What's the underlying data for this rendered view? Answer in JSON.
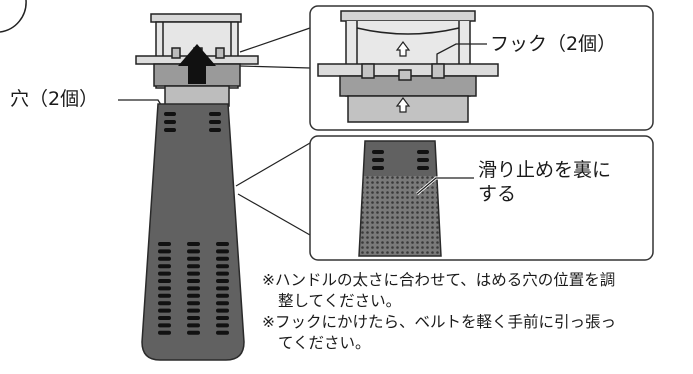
{
  "labels": {
    "hook": "フック（2個）",
    "hole": "穴（2個）",
    "nonslip_line1": "滑り止めを裏に",
    "nonslip_line2": "する"
  },
  "notes": [
    {
      "line1": "※ハンドルの太さに合わせて、はめる穴の位置を調",
      "line2": "整してください。"
    },
    {
      "line1": "※フックにかけたら、ベルトを軽く手前に引っ張っ",
      "line2": "てください。"
    }
  ],
  "icons": [
    "up-arrow-icon",
    "push-arrow-icon"
  ],
  "colors": {
    "belt": "#616161",
    "ink": "#222222",
    "panel_border": "#333333"
  }
}
